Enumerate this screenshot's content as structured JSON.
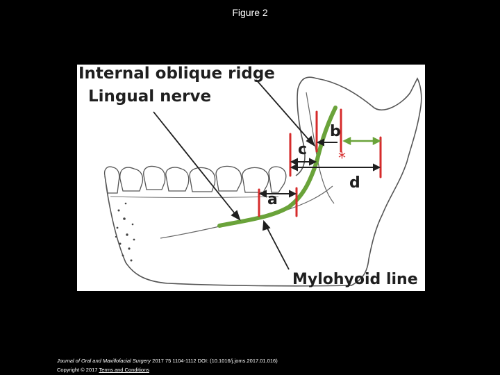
{
  "figure": {
    "title": "Figure 2",
    "labels": {
      "internal_oblique_ridge": "Internal oblique ridge",
      "lingual_nerve": "Lingual nerve",
      "mylohyoid_line": "Mylohyoid line",
      "a": "a",
      "b": "b",
      "c": "c",
      "d": "d"
    },
    "colors": {
      "nerve": "#6aa33a",
      "measure": "#d62b2b",
      "outline": "#555555",
      "text": "#1f1f1f"
    }
  },
  "footer": {
    "journal": "Journal of Oral and Maxillofacial Surgery",
    "citation_rest": " 2017 75 1104-1112 DOI: (10.1016/j.joms.2017.01.016)",
    "copyright": "Copyright © 2017 ",
    "terms_link": "Terms and Conditions"
  }
}
